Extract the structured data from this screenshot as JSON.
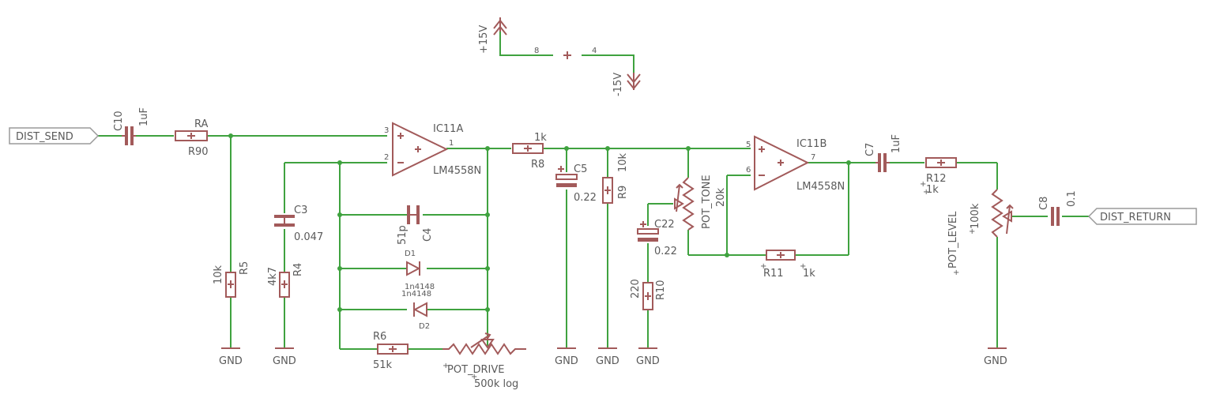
{
  "ports": {
    "input": "DIST_SEND",
    "output": "DIST_RETURN"
  },
  "power": {
    "positive": "+15V",
    "negative": "-15V",
    "pin_pos": "8",
    "pin_neg": "4"
  },
  "ground_label": "GND",
  "ic": {
    "a": {
      "ref": "IC11A",
      "part": "LM4558N",
      "pin_in_plus": "3",
      "pin_in_minus": "2",
      "pin_out": "1"
    },
    "b": {
      "ref": "IC11B",
      "part": "LM4558N",
      "pin_in_plus": "5",
      "pin_in_minus": "6",
      "pin_out": "7"
    }
  },
  "parts": {
    "c10": {
      "ref": "C10",
      "value": "1uF"
    },
    "ra": {
      "ref": "RA",
      "value": "R90"
    },
    "r5": {
      "ref": "R5",
      "value": "10k"
    },
    "c3": {
      "ref": "C3",
      "value": "0.047"
    },
    "r4": {
      "ref": "R4",
      "value": "4k7"
    },
    "c4": {
      "ref": "C4",
      "value": "51p"
    },
    "d1": {
      "ref": "D1",
      "value": "1n4148"
    },
    "d2": {
      "ref": "D2",
      "value": "1n4148"
    },
    "r6": {
      "ref": "R6",
      "value": "51k"
    },
    "pot_drive": {
      "ref": "POT_DRIVE",
      "value": "500k log"
    },
    "r8": {
      "ref": "R8",
      "value": "1k"
    },
    "c5": {
      "ref": "C5",
      "value": "0.22"
    },
    "r9": {
      "ref": "R9",
      "value": "10k"
    },
    "pot_tone": {
      "ref": "POT_TONE",
      "value": "20k"
    },
    "c22": {
      "ref": "C22",
      "value": "0.22"
    },
    "r10": {
      "ref": "R10",
      "value": "220"
    },
    "r11": {
      "ref": "R11",
      "value": "1k"
    },
    "c7": {
      "ref": "C7",
      "value": "1uF"
    },
    "r12": {
      "ref": "R12",
      "value": "1k"
    },
    "pot_level": {
      "ref": "POT_LEVEL",
      "value": "100k"
    },
    "c8": {
      "ref": "C8",
      "value": "0.1"
    }
  }
}
